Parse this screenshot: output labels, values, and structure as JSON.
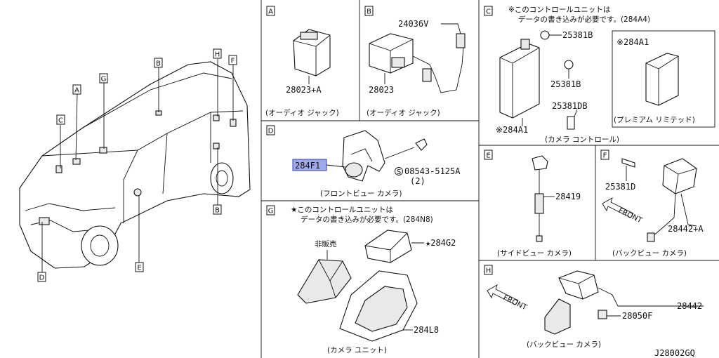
{
  "diagram_code": "J28002GQ",
  "callouts": {
    "a": "A",
    "b": "B",
    "c": "C",
    "d": "D",
    "e": "E",
    "f": "F",
    "g": "G",
    "h": "H"
  },
  "panel_a": {
    "letter": "A",
    "part": "28023+A",
    "caption": "(オーディオ ジャック)"
  },
  "panel_b": {
    "letter": "B",
    "part_upper": "24036V",
    "part_lower": "28023",
    "caption": "(オーディオ ジャック)"
  },
  "panel_c": {
    "letter": "C",
    "note_line1": "※このコントロールユニットは",
    "note_line2": "データの書き込みが必要です。(284A4)",
    "part_25381b_1": "25381B",
    "part_25381b_2": "25381B",
    "part_25381db": "25381DB",
    "part_284a1": "※284A1",
    "caption": "(カメラ コントロール)",
    "sub_part": "※284A1",
    "sub_caption": "(プレミアム リミテッド)"
  },
  "panel_d": {
    "letter": "D",
    "part_highlight": "284F1",
    "screw": "08543-5125A",
    "screw_qty": "(2)",
    "caption": "(フロントビュー カメラ)"
  },
  "panel_e": {
    "letter": "E",
    "part": "28419",
    "caption": "(サイドビュー カメラ)"
  },
  "panel_f": {
    "letter": "F",
    "part_bolt": "25381D",
    "part_cam": "28442+A",
    "front": "FRONT",
    "caption": "(バックビュー カメラ)"
  },
  "panel_g": {
    "letter": "G",
    "note_line1": "★このコントロールユニットは",
    "note_line2": "データの書き込みが必要です。(284N8)",
    "not_sold": "非販売",
    "part_g2": "★284G2",
    "part_l8": "284L8",
    "caption": "(カメラ ユニット)"
  },
  "panel_h": {
    "letter": "H",
    "part_cam": "28442",
    "part_conn": "28050F",
    "front": "FRONT",
    "caption": "(バックビュー カメラ)"
  }
}
